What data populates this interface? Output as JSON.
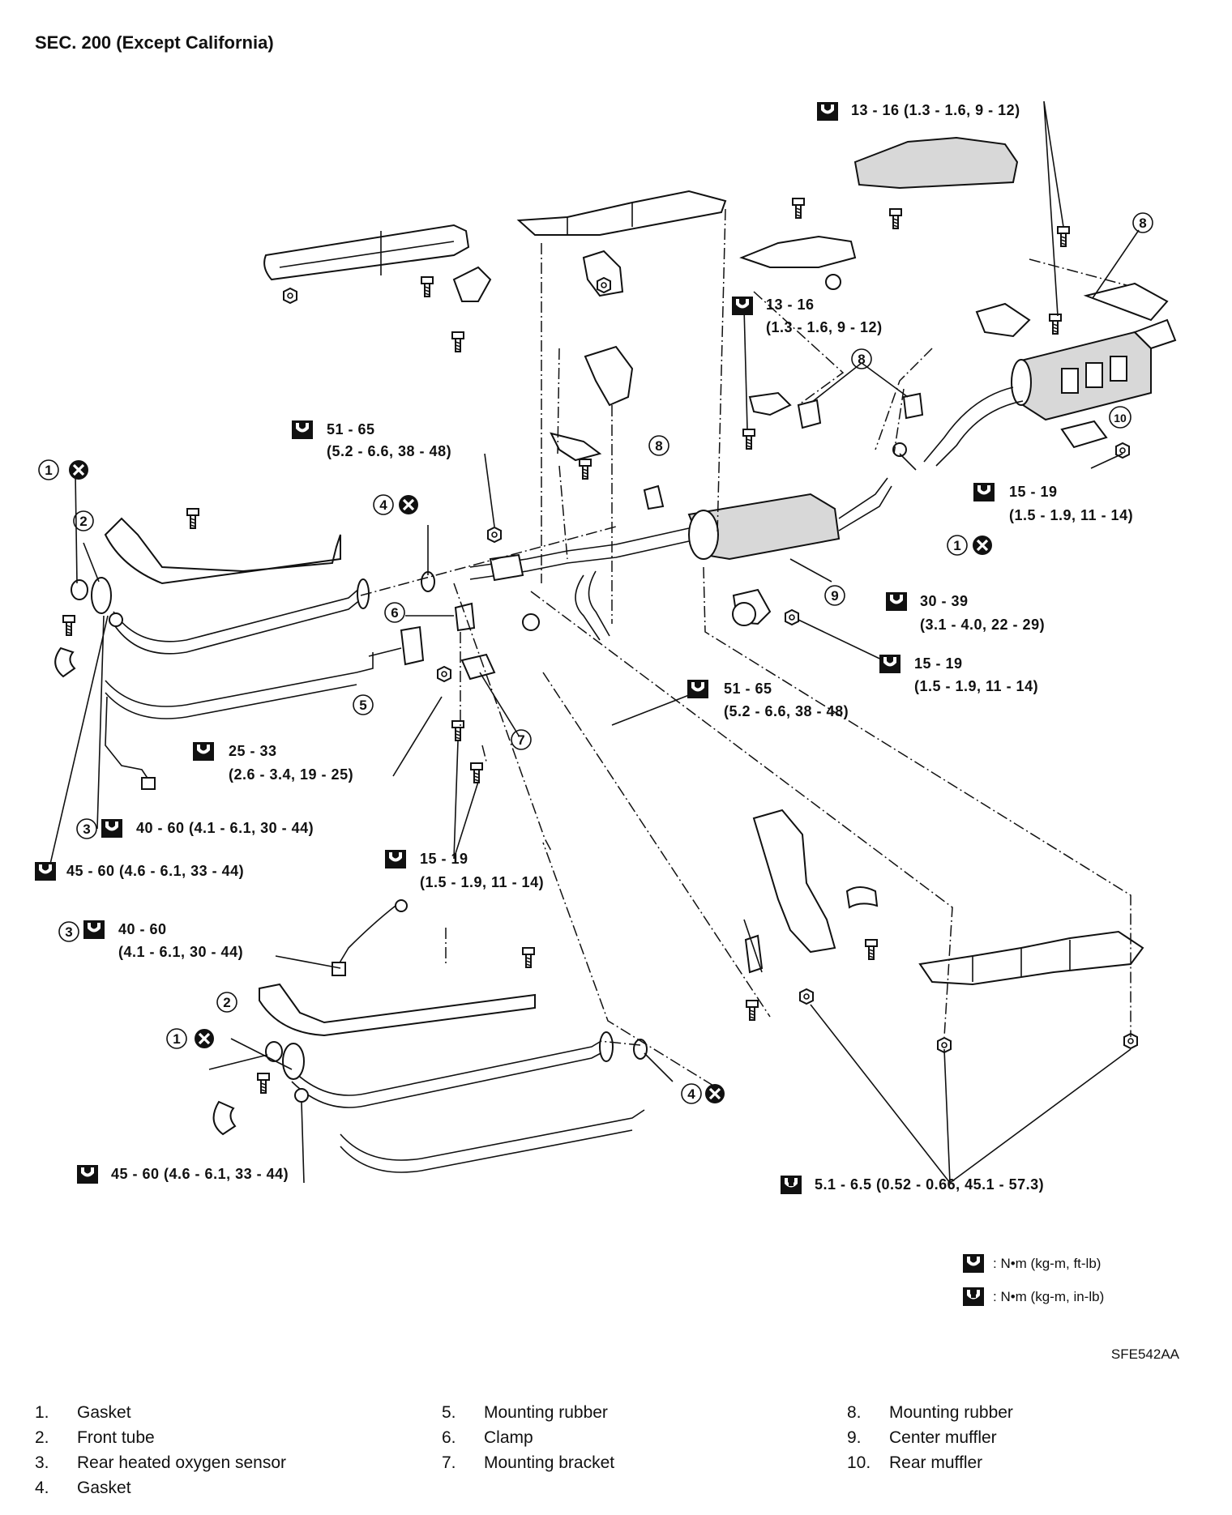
{
  "title": "SEC. 200 (Except California)",
  "figure_id": "SFE542AA",
  "torques": {
    "t1": "13 - 16 (1.3 - 1.6, 9 - 12)",
    "t2a": "13 - 16",
    "t2b": "(1.3 - 1.6, 9 - 12)",
    "t3a": "51 - 65",
    "t3b": "(5.2 - 6.6, 38 - 48)",
    "t4a": "15 - 19",
    "t4b": "(1.5 - 1.9, 11 - 14)",
    "t5a": "30 - 39",
    "t5b": "(3.1 - 4.0, 22 - 29)",
    "t6a": "15 - 19",
    "t6b": "(1.5 - 1.9, 11 - 14)",
    "t7a": "51 - 65",
    "t7b": "(5.2 - 6.6, 38 - 48)",
    "t8a": "25 - 33",
    "t8b": "(2.6 - 3.4, 19 - 25)",
    "t9": "40 - 60 (4.1 - 6.1, 30 - 44)",
    "t10": "45 - 60 (4.6 - 6.1, 33 - 44)",
    "t11a": "15 - 19",
    "t11b": "(1.5 - 1.9, 11 - 14)",
    "t12a": "40 - 60",
    "t12b": "(4.1 - 6.1, 30 - 44)",
    "t13": "45 - 60 (4.6 - 6.1, 33 - 44)",
    "t14": "5.1 - 6.5 (0.52 - 0.66, 45.1 - 57.3)"
  },
  "units": {
    "ftlb": ": N•m (kg-m, ft-lb)",
    "inlb": ": N•m (kg-m, in-lb)"
  },
  "callouts": [
    "1",
    "2",
    "3",
    "4",
    "5",
    "6",
    "7",
    "8",
    "9",
    "10"
  ],
  "legend": [
    {
      "num": "1.",
      "label": "Gasket"
    },
    {
      "num": "2.",
      "label": "Front tube"
    },
    {
      "num": "3.",
      "label": "Rear heated oxygen sensor"
    },
    {
      "num": "4.",
      "label": "Gasket"
    },
    {
      "num": "5.",
      "label": "Mounting rubber"
    },
    {
      "num": "6.",
      "label": "Clamp"
    },
    {
      "num": "7.",
      "label": "Mounting bracket"
    },
    {
      "num": "8.",
      "label": "Mounting rubber"
    },
    {
      "num": "9.",
      "label": "Center muffler"
    },
    {
      "num": "10.",
      "label": "Rear muffler"
    }
  ],
  "icons": [
    "torque-wrench-icon",
    "torque-wrench-inlb-icon",
    "do-not-reuse-icon"
  ]
}
